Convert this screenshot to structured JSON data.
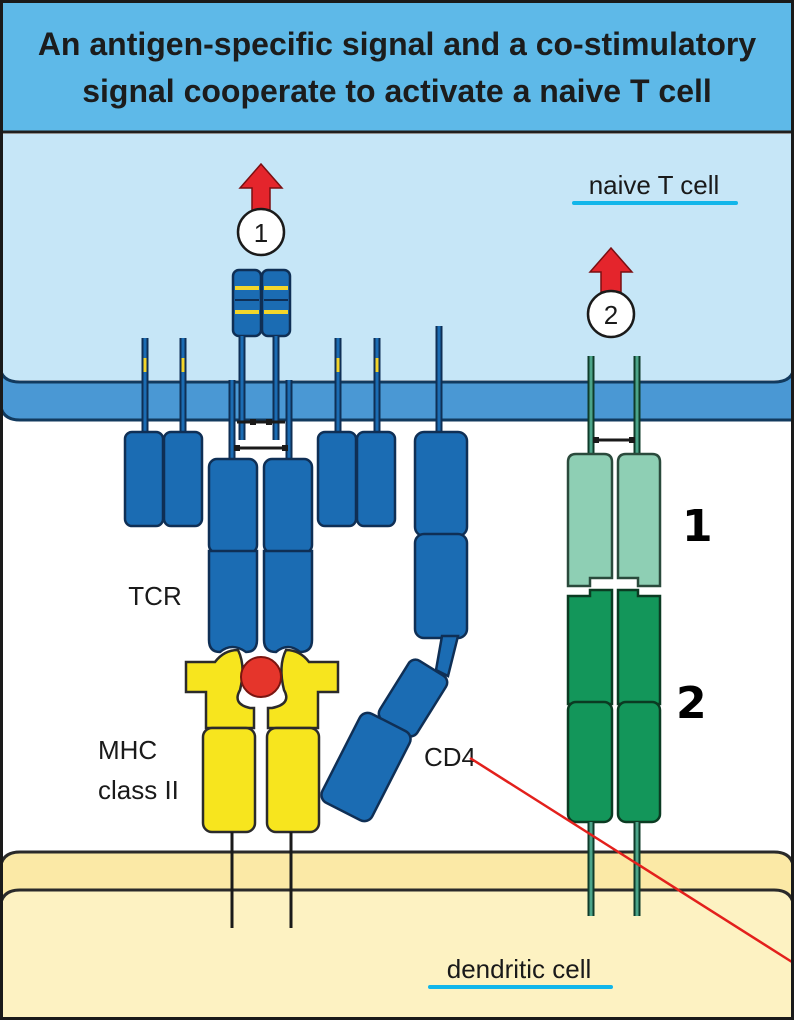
{
  "title": {
    "line1": "An antigen-specific signal and a co-stimulatory",
    "line2": "signal cooperate to activate a naive T cell"
  },
  "labels": {
    "naive_t_cell": "naive T cell",
    "dendritic_cell": "dendritic cell",
    "tcr": "TCR",
    "mhc_line1": "MHC",
    "mhc_line2": "class II",
    "cd4": "CD4",
    "signal_1": "1",
    "signal_2": "2",
    "annotation_1": "1",
    "annotation_2": "2"
  },
  "colors": {
    "title_bg": "#5eb9e8",
    "t_cell_bg": "#c6e6f7",
    "membrane": "#4a98d4",
    "protein_blue": "#1b6cb3",
    "mhc_yellow": "#f7e51e",
    "peptide_red": "#e5352b",
    "light_green": "#8ecfb4",
    "dark_green": "#13965a",
    "dendritic_bg": "#fdf2c2",
    "arrow_red": "#e4252c",
    "underline_cyan": "#12b6ea",
    "pointer_red": "#e3201c"
  }
}
